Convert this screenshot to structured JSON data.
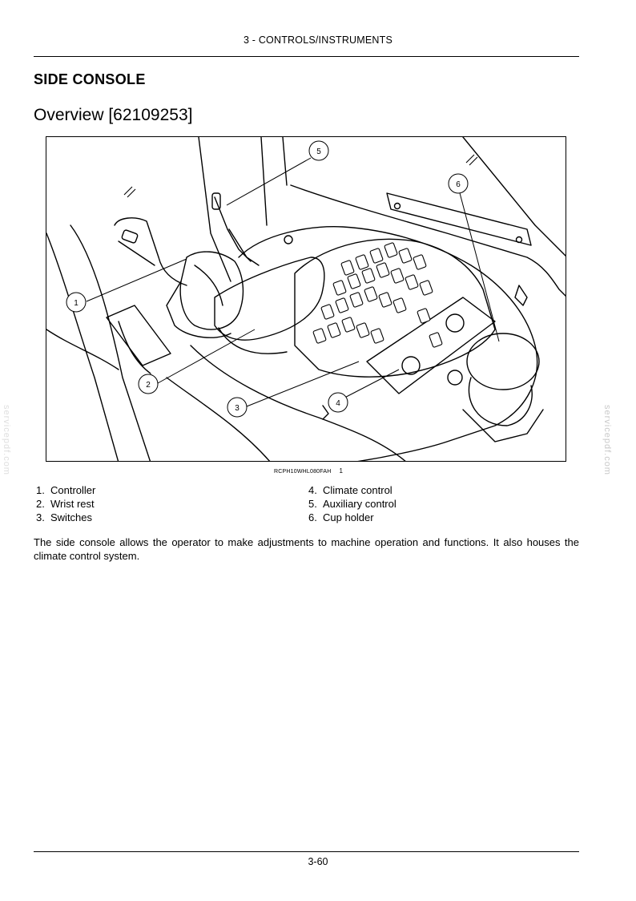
{
  "header": {
    "chapter": "3 - CONTROLS/INSTRUMENTS"
  },
  "section": {
    "title": "SIDE CONSOLE",
    "subtitle": "Overview [62109253]"
  },
  "figure": {
    "reference": "RCPH10WHL080FAH",
    "number": "1",
    "callouts": [
      "1",
      "2",
      "3",
      "4",
      "5",
      "6"
    ]
  },
  "legend": {
    "items": [
      {
        "n": "1.",
        "label": "Controller"
      },
      {
        "n": "2.",
        "label": "Wrist rest"
      },
      {
        "n": "3.",
        "label": "Switches"
      },
      {
        "n": "4.",
        "label": "Climate control"
      },
      {
        "n": "5.",
        "label": "Auxiliary control"
      },
      {
        "n": "6.",
        "label": "Cup holder"
      }
    ]
  },
  "paragraph": "The side console allows the operator to make adjustments to machine operation and functions.  It also houses the climate control system.",
  "watermark": "servicepdf.com",
  "footer": {
    "page": "3-60"
  }
}
